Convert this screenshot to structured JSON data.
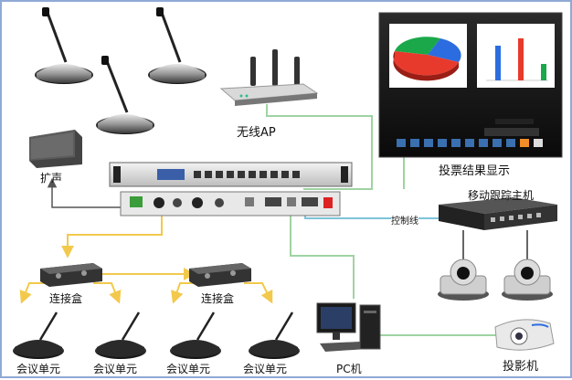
{
  "labels": {
    "wireless_ap": "无线AP",
    "vote_display": "投票结果显示",
    "speaker": "扩声",
    "tracking_host": "移动跟踪主机",
    "control_line": "控制线",
    "junction_box_left": "连接盒",
    "junction_box_right": "连接盒",
    "unit_1": "会议单元",
    "unit_2": "会议单元",
    "unit_3": "会议单元",
    "unit_4": "会议单元",
    "pc": "PC机",
    "projector": "投影机"
  },
  "colors": {
    "cable_yellow": "#f2c94c",
    "cable_green": "#9fd3a2",
    "cable_blue": "#7cc4d9",
    "frame_border": "#8fa9d6",
    "pie_blue": "#2b6de0",
    "pie_red": "#e83a2c",
    "pie_green": "#1aa84a"
  },
  "icons": {
    "microphone": "gooseneck-microphone-icon",
    "router": "wireless-router-icon",
    "monitor": "voting-display-icon",
    "speaker": "speaker-icon",
    "host": "conference-host-icon",
    "tracker": "tracking-host-icon",
    "camera": "ptz-camera-icon",
    "box": "junction-box-icon",
    "pc": "pc-icon",
    "projector": "projector-icon"
  }
}
